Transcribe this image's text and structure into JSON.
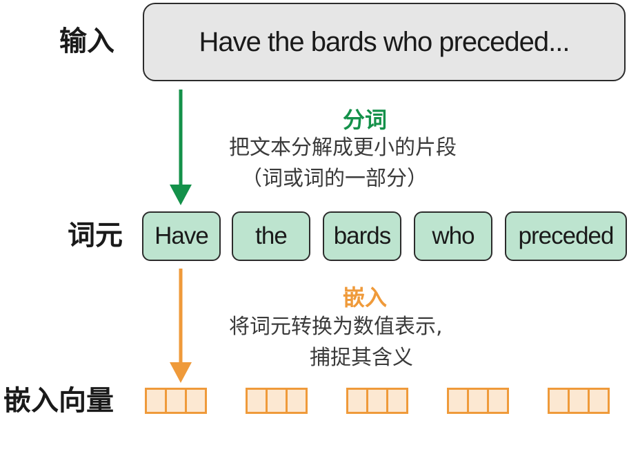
{
  "colors": {
    "tokenize_accent": "#14914a",
    "embed_accent": "#ef9a3a",
    "token_fill": "#bde4cf",
    "input_fill": "#e6e6e6"
  },
  "labels": {
    "input": "输入",
    "tokens": "词元",
    "embeddings": "嵌入向量"
  },
  "input_text": "Have the bards who preceded...",
  "tokenize_step": {
    "title": "分词",
    "line1": "把文本分解成更小的片段",
    "line2": "（词或词的一部分）"
  },
  "tokens": [
    "Have",
    "the",
    "bards",
    "who",
    "preceded"
  ],
  "embed_step": {
    "title": "嵌入",
    "line1": "将词元转换为数值表示,",
    "line2": "捕捉其含义"
  },
  "embedding_vectors": [
    {
      "cells": 3
    },
    {
      "cells": 3
    },
    {
      "cells": 3
    },
    {
      "cells": 3
    },
    {
      "cells": 3
    }
  ]
}
